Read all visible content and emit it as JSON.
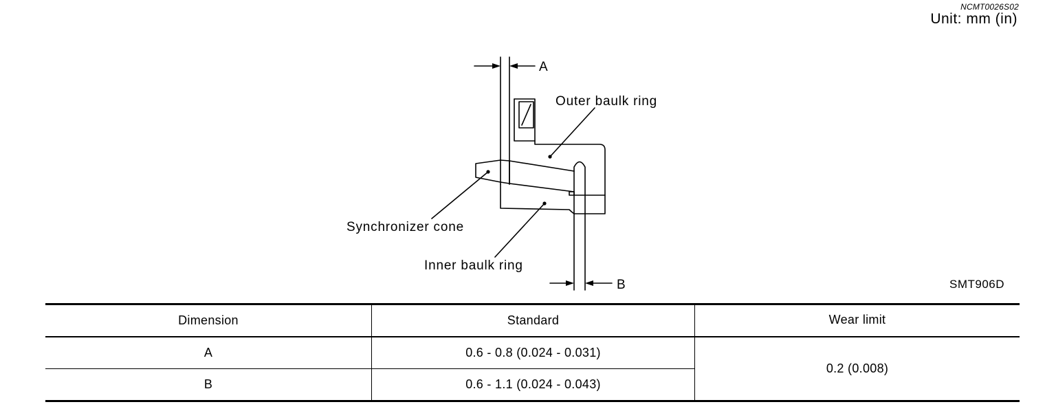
{
  "header": {
    "ref_code": "NCMT0026S02",
    "unit": "Unit: mm (in)"
  },
  "diagram": {
    "labels": {
      "dim_a": "A",
      "dim_b": "B",
      "outer_baulk_ring": "Outer baulk ring",
      "synchronizer_cone": "Synchronizer cone",
      "inner_baulk_ring": "Inner baulk ring"
    },
    "figure_id": "SMT906D"
  },
  "table": {
    "headers": [
      "Dimension",
      "Standard",
      "Wear limit"
    ],
    "rows": [
      {
        "dimension": "A",
        "standard": "0.6 - 0.8 (0.024 - 0.031)"
      },
      {
        "dimension": "B",
        "standard": "0.6 - 1.1 (0.024 - 0.043)"
      }
    ],
    "wear_limit": "0.2 (0.008)"
  }
}
